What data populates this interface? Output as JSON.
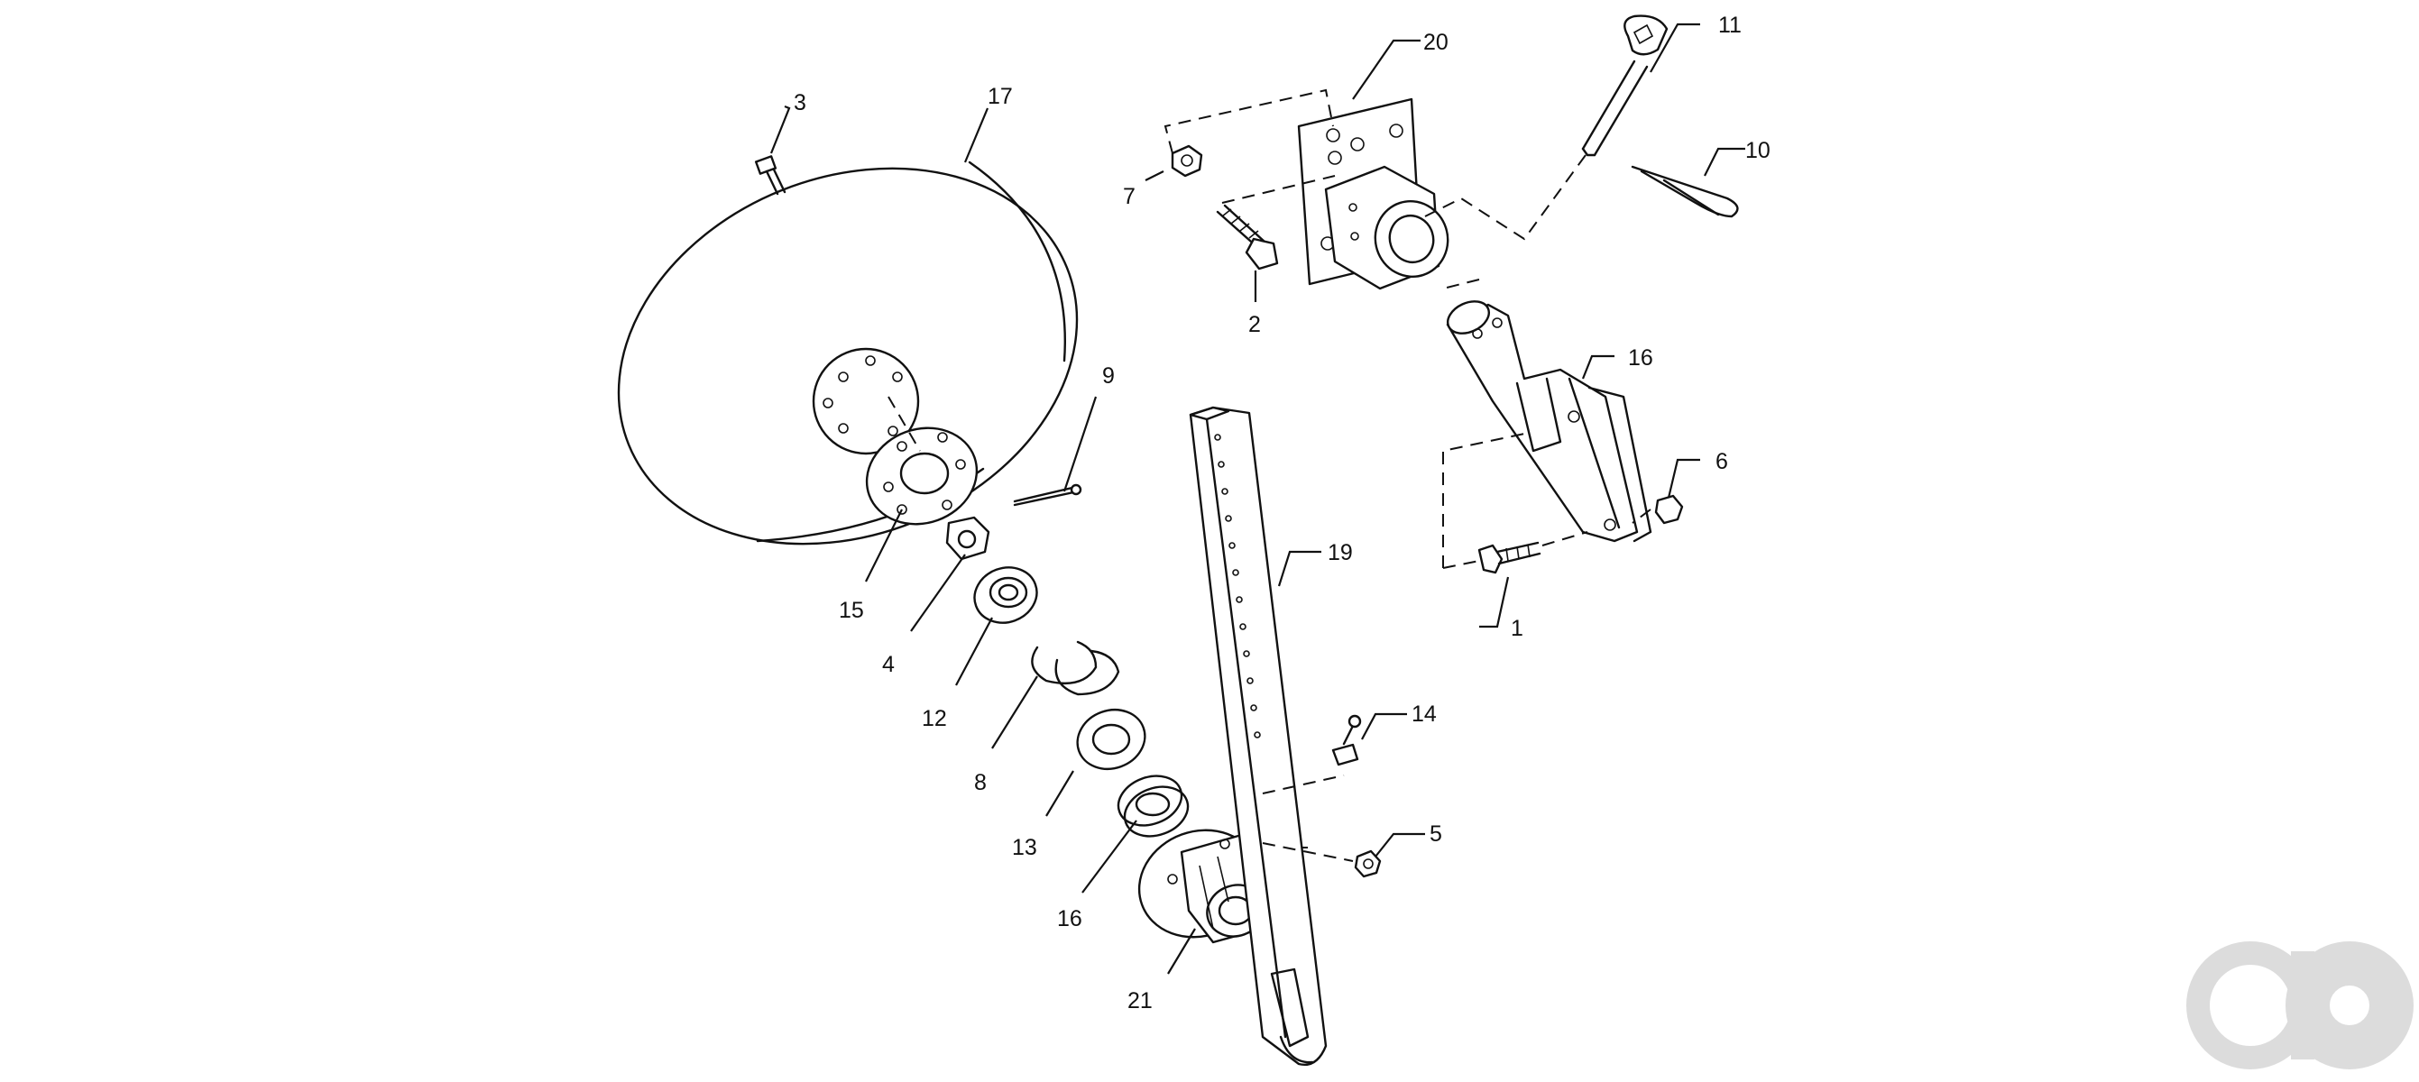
{
  "callouts": [
    {
      "id": "1",
      "text": "1"
    },
    {
      "id": "2",
      "text": "2"
    },
    {
      "id": "3",
      "text": "3"
    },
    {
      "id": "4",
      "text": "4"
    },
    {
      "id": "5",
      "text": "5"
    },
    {
      "id": "6",
      "text": "6"
    },
    {
      "id": "7",
      "text": "7"
    },
    {
      "id": "8",
      "text": "8"
    },
    {
      "id": "9",
      "text": "9"
    },
    {
      "id": "10",
      "text": "10"
    },
    {
      "id": "11",
      "text": "11"
    },
    {
      "id": "12",
      "text": "12"
    },
    {
      "id": "13",
      "text": "13"
    },
    {
      "id": "14",
      "text": "14"
    },
    {
      "id": "15",
      "text": "15"
    },
    {
      "id": "16a",
      "text": "16"
    },
    {
      "id": "16b",
      "text": "16"
    },
    {
      "id": "17",
      "text": "17"
    },
    {
      "id": "19",
      "text": "19"
    },
    {
      "id": "20",
      "text": "20"
    },
    {
      "id": "21",
      "text": "21"
    }
  ],
  "watermark": {
    "name": "ao-logo",
    "color": "#dcdcdc"
  }
}
